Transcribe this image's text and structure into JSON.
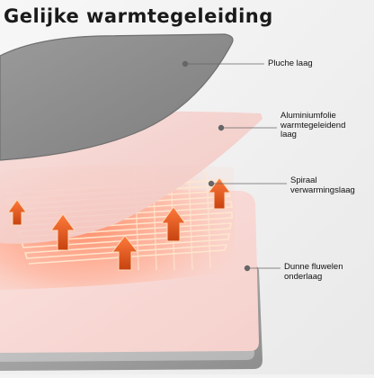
{
  "title": "Gelijke warmtegeleiding",
  "layers": [
    {
      "label": "Pluche laag"
    },
    {
      "label": "Aluminiumfolie warmtegeleidend laag"
    },
    {
      "label": "Spiraal verwarmingslaag"
    },
    {
      "label": "Dunne fluwelen onderlaag"
    }
  ],
  "colors": {
    "plush": "#8d8d8d",
    "foil": "#f4cfcb",
    "heater_glow": "#ff8a63",
    "arrow": "#e8571a",
    "base": "#9a9a9a"
  }
}
